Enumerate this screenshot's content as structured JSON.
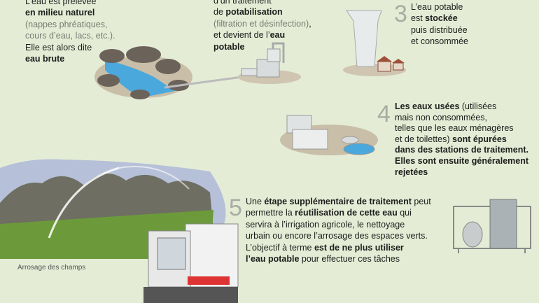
{
  "step1": {
    "lines": [
      [
        {
          "t": "L’eau est prélevée"
        }
      ],
      [
        {
          "t": "en milieu naturel"
        }
      ],
      [
        {
          "t": "(nappes phréatiques,"
        }
      ],
      [
        {
          "t": "cours d’eau, lacs, etc.)."
        }
      ],
      [
        {
          "t": "Elle est alors dite"
        }
      ],
      [
        {
          "t": "eau brute"
        }
      ]
    ]
  },
  "step2": {
    "lines": [
      [
        {
          "t": "d’un traitement"
        }
      ],
      [
        {
          "t": "de "
        },
        {
          "t": "potabilisation"
        }
      ],
      [
        {
          "t": "(filtration et désinfection)"
        },
        {
          "t": ","
        }
      ],
      [
        {
          "t": "et devient de l’"
        },
        {
          "t": "eau"
        }
      ],
      [
        {
          "t": "potable"
        }
      ]
    ]
  },
  "step3": {
    "number": "3",
    "lines": [
      [
        {
          "t": "L’eau potable"
        }
      ],
      [
        {
          "t": "est "
        },
        {
          "t": "stockée"
        }
      ],
      [
        {
          "t": "puis distribuée"
        }
      ],
      [
        {
          "t": "et consommée"
        }
      ]
    ]
  },
  "step4": {
    "number": "4",
    "lines": [
      [
        {
          "t": "Les eaux usées"
        },
        {
          "t": " (utilisées"
        }
      ],
      [
        {
          "t": "mais non consommées,"
        }
      ],
      [
        {
          "t": "telles que les eaux ménagères"
        }
      ],
      [
        {
          "t": "et de toilettes)"
        },
        {
          "t": " sont épurées"
        }
      ],
      [
        {
          "t": "dans des stations de traitement."
        }
      ],
      [
        {
          "t": "Elles sont ensuite généralement"
        }
      ],
      [
        {
          "t": "rejetées"
        }
      ]
    ]
  },
  "step5": {
    "number": "5",
    "lines": [
      [
        {
          "t": "Une "
        },
        {
          "t": "étape supplémentaire de traitement"
        },
        {
          "t": " peut"
        }
      ],
      [
        {
          "t": "permettre la "
        },
        {
          "t": "réutilisation de cette eau"
        },
        {
          "t": " qui"
        }
      ],
      [
        {
          "t": "servira à l’irrigation agricole, le nettoyage"
        }
      ],
      [
        {
          "t": "urbain ou encore l’arrosage des espaces verts."
        }
      ],
      [
        {
          "t": "L’objectif à terme "
        },
        {
          "t": "est de ne plus utiliser"
        }
      ],
      [
        {
          "t": "l’eau potable"
        },
        {
          "t": " pour effectuer ces tâches"
        }
      ]
    ]
  },
  "caption": "Arrosage des champs",
  "colors": {
    "background": "#e4ecd6",
    "water": "#4aa8dc",
    "rock": "#6b625a",
    "text": "#1d1d1b",
    "muted": "#7a7a72"
  }
}
